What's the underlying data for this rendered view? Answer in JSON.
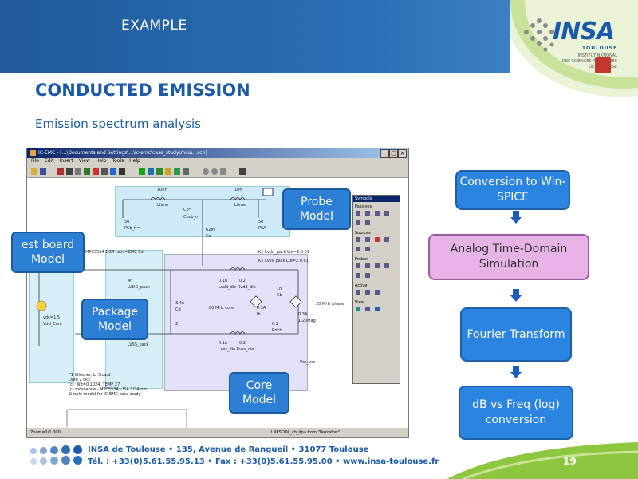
{
  "header": {
    "section": "EXAMPLE"
  },
  "title": "CONDUCTED EMISSION",
  "subtitle": "Emission spectrum analysis",
  "logo": {
    "name": "INSA",
    "sub": "TOULOUSE",
    "institute": [
      "INSTITUT NATIONAL",
      "DES SCIENCES APPLIQUÉES",
      "DE TOULOUSE"
    ]
  },
  "window": {
    "title": "IC-EMC - [...\\Documents and Settings\\...\\ic-emc\\case_study\\mcu\\...sch]",
    "menu": [
      "File",
      "Edit",
      "Insert",
      "View",
      "Help",
      "Tools",
      "Help"
    ],
    "status_left": "Zoom=1/1.000",
    "status_right": "LNKSDDL_cb_ifpa from \"Rekrafter\"",
    "palette": {
      "title": "Symbols",
      "sections": [
        "Passives",
        "Sources",
        "Probes",
        "Active",
        "View"
      ]
    }
  },
  "schematic": {
    "labels": {
      "l_10nh": "10nH",
      "l_10n": "10n",
      "ltime": "Ltime",
      "ltime2": "Ltime",
      "cp": "Cp*",
      "cpcb": "Cpcb_m",
      "c628": "628f",
      "cx": "Cx",
      "r50a": "50",
      "r50b": "50",
      "pcb": "PCb_h=",
      "psa": "PSA",
      "k1": "K1 Lvdd_pack Lte=2.0.01",
      "k2": "K2 Lvss_pack Lte=2.0.01",
      "mod": "vrMPC5534 1/24 ratio=EMC Cst",
      "lvdd_pack": "LVDD_pack",
      "lvss_pack": "LVSS_pack",
      "l4a": "4n",
      "l4b": "4n",
      "l01a": "0.1n",
      "l02a": "0.2",
      "l01b": "0.1n",
      "l02b": "0.2",
      "lvdd_die": "Lvdd_die Rvdd_die",
      "lvss_die": "Lvss_die Rvss_die",
      "core": "80 MHz core",
      "c3a": "0.3A",
      "ib": "Ib",
      "c1n": "1n",
      "cb": "Cb",
      "r01": "0.1",
      "rdch": "Rdch",
      "phase": "20 MHz phase",
      "c03a": "0.3A",
      "mag": "1:20Mag",
      "cd": "Cd",
      "c3n": "3.4n",
      "c2": "2",
      "vdc": "vdc=1.5",
      "vdd_core": "Vdd_Core",
      "vss": "Vss_vss"
    },
    "notes": [
      "F1 Wiesner, L. Sicard",
      "Date 2 Oct",
      "(c) 'Wit=0.1024 .TEMP 27'",
      "(c) mcsnapde - MPC5534 - ISA 1/24 nm",
      "Simple model for IC-EMC case study"
    ]
  },
  "callouts": {
    "probe": "Probe Model",
    "testboard": "est board Model",
    "package": "Package Model",
    "core": "Core Model"
  },
  "flow": [
    "Conversion to Win-SPICE",
    "Analog Time-Domain Simulation",
    "Fourier Transform",
    "dB vs Freq (log) conversion"
  ],
  "footer": {
    "line1": "INSA de Toulouse • 135, Avenue de Rangueil • 31077 Toulouse",
    "line2": "Tél. : +33(0)5.61.55.95.13 • Fax : +33(0)5.61.55.95.00 • www.insa-toulouse.fr",
    "page": "19"
  },
  "colors": {
    "brand_blue": "#1b5aa8",
    "header_blue": "#2a6eb5",
    "box_blue": "#2a84e0",
    "box_pink": "#e7b3e6",
    "green_accent": "#8dc63f"
  }
}
